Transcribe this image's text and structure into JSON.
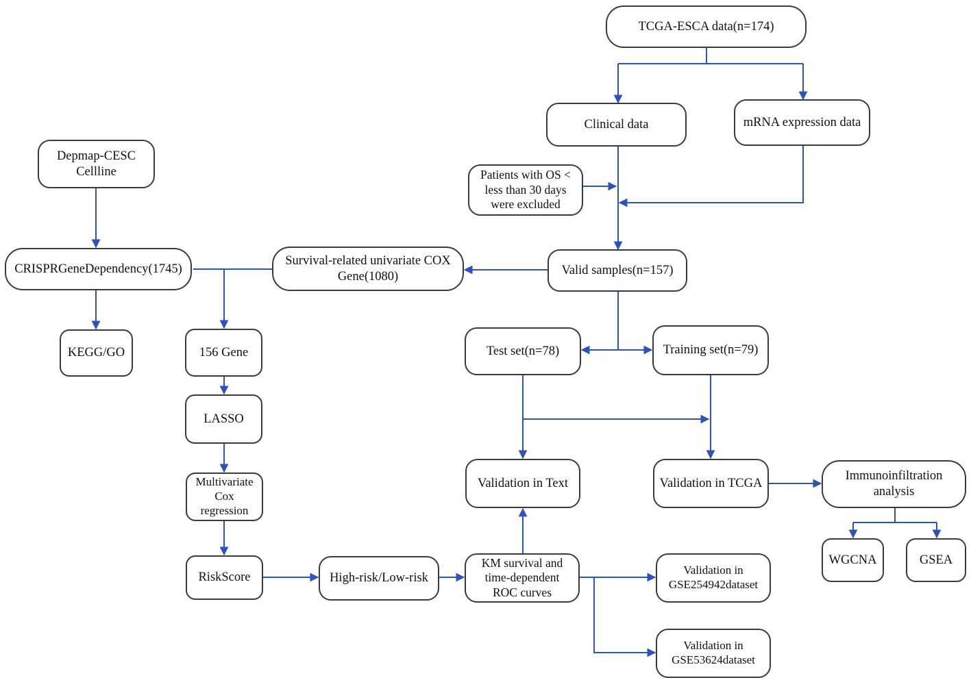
{
  "diagram": {
    "title": "Study workflow flowchart",
    "arrow_color": "#2b52be",
    "box_border_color": "#3a3a3a",
    "nodes": {
      "tcga": {
        "label": "TCGA-ESCA data(n=174)"
      },
      "clinical": {
        "label": "Clinical data"
      },
      "mrna": {
        "label": "mRNA expression data"
      },
      "excluded": {
        "label": "Patients with OS <\nless than 30 days\nwere excluded"
      },
      "valid": {
        "label": "Valid samples(n=157)"
      },
      "depmap": {
        "label": "Depmap-CESC\nCellline"
      },
      "crispr": {
        "label": "CRISPRGeneDependency(1745)"
      },
      "survival": {
        "label": "Survival-related univariate COX\nGene(1080)"
      },
      "kegg": {
        "label": "KEGG/GO"
      },
      "gene156": {
        "label": "156 Gene"
      },
      "lasso": {
        "label": "LASSO"
      },
      "multicox": {
        "label": "Multivariate\nCox\nregression"
      },
      "riskscore": {
        "label": "RiskScore"
      },
      "risk": {
        "label": "High-risk/Low-risk"
      },
      "km": {
        "label": "KM survival and\ntime-dependent\nROC curves"
      },
      "test": {
        "label": "Test set(n=78)"
      },
      "training": {
        "label": "Training set(n=79)"
      },
      "valtext": {
        "label": "Validation in Text"
      },
      "valtcga": {
        "label": "Validation in TCGA"
      },
      "immuno": {
        "label": "Immunoinfiltration\nanalysis"
      },
      "wgcna": {
        "label": "WGCNA"
      },
      "gsea": {
        "label": "GSEA"
      },
      "gse254942": {
        "label": "Validation in\nGSE254942dataset"
      },
      "gse53624": {
        "label": "Validation in\nGSE53624dataset"
      }
    }
  }
}
